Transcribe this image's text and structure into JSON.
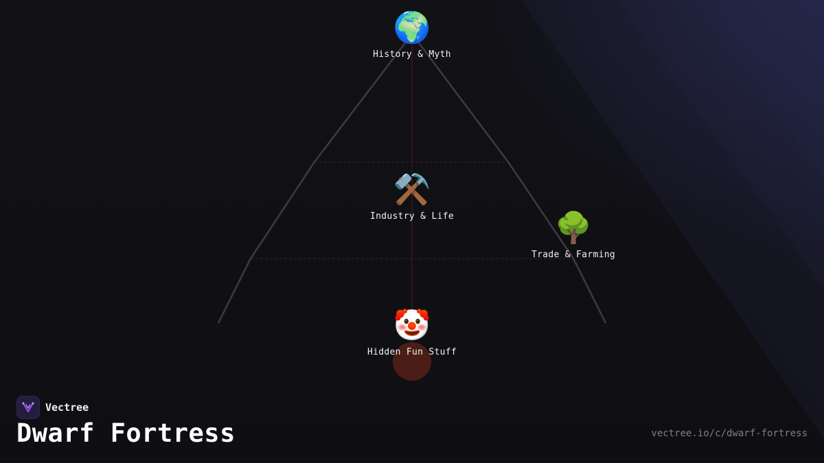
{
  "brand": {
    "name": "Vectree",
    "logo_icon": "vectree-logo-icon",
    "logo_color": "#9b4dff"
  },
  "page": {
    "title": "Dwarf Fortress",
    "url": "vectree.io/c/dwarf-fortress"
  },
  "colors": {
    "background": "#0f0f14",
    "branch_line": "#3c3c40",
    "level_divider": "#2a2a30",
    "trunk_line": "#3a1818",
    "root_glow": "#4a1e16"
  },
  "nodes": [
    {
      "id": "history",
      "emoji": "🌍",
      "icon": "globe-icon",
      "label": "History & Myth"
    },
    {
      "id": "industry",
      "emoji": "⚒️",
      "icon": "hammer-pick-icon",
      "label": "Industry & Life"
    },
    {
      "id": "trade",
      "emoji": "🌳",
      "icon": "tree-icon",
      "label": "Trade & Farming"
    },
    {
      "id": "hidden",
      "emoji": "🤡",
      "icon": "clown-face-icon",
      "label": "Hidden Fun Stuff"
    }
  ]
}
